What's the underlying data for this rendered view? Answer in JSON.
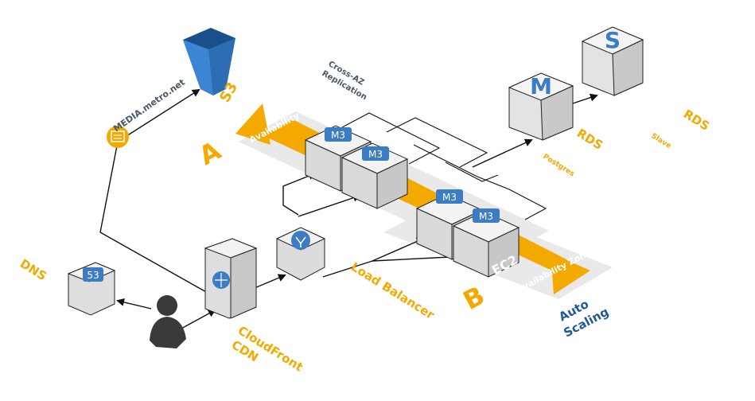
{
  "labels": {
    "s3": "S3",
    "media": "MEDIA.metro.net",
    "cross_az": "Cross-AZ",
    "replication": "Replication",
    "az_a_letter": "A",
    "az_a_text": "Availability Zone",
    "az_b_letter": "B",
    "az_b_text": "Availability Zone",
    "ec2": "EC2",
    "rds_master": "RDS",
    "postgres": "Postgres",
    "rds_slave": "RDS",
    "slave": "Slave",
    "dns": "DNS",
    "route53_num": "53",
    "cloudfront": "CloudFront",
    "cdn": "CDN",
    "load_balancer": "Load Balancer",
    "auto": "Auto",
    "scaling": "Scaling",
    "instance_type": "M3",
    "rds_master_letter": "M",
    "rds_slave_letter": "S"
  },
  "colors": {
    "accent_orange": "#f4a900",
    "accent_blue": "#1f5a9a",
    "cube_light": "#e6e6e6",
    "cube_dark": "#cfcfcf",
    "chip_blue": "#3b7cc4"
  }
}
